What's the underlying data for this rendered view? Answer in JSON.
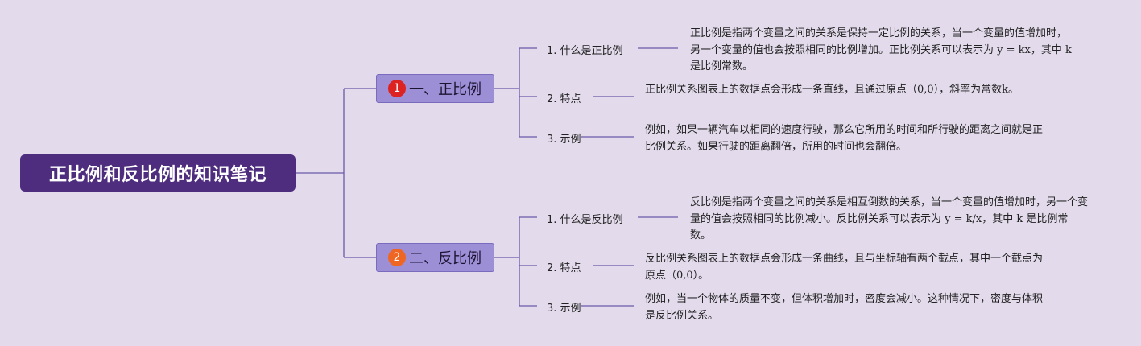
{
  "root": {
    "title": "正比例和反比例的知识笔记"
  },
  "colors": {
    "background": "#e3dbec",
    "root_fill": "#4e2d7e",
    "branch_fill": "#9d8fd6",
    "line": "#6a5aa8"
  },
  "branches": [
    {
      "badge": "1",
      "badge_color": "#dd2222",
      "label": "一、正比例",
      "children": [
        {
          "label": "1. 什么是正比例",
          "desc": "正比例是指两个变量之间的关系是保持一定比例的关系，当一个变量的值增加时，另一个变量的值也会按照相同的比例增加。正比例关系可以表示为 y = kx，其中 k 是比例常数。"
        },
        {
          "label": "2. 特点",
          "desc": "正比例关系图表上的数据点会形成一条直线，且通过原点（0,0），斜率为常数k。"
        },
        {
          "label": "3. 示例",
          "desc": "例如，如果一辆汽车以相同的速度行驶，那么它所用的时间和所行驶的距离之间就是正比例关系。如果行驶的距离翻倍，所用的时间也会翻倍。"
        }
      ]
    },
    {
      "badge": "2",
      "badge_color": "#ee6622",
      "label": "二、反比例",
      "children": [
        {
          "label": "1. 什么是反比例",
          "desc": "反比例是指两个变量之间的关系是相互倒数的关系，当一个变量的值增加时，另一个变量的值会按照相同的比例减小。反比例关系可以表示为 y = k/x，其中 k 是比例常数。"
        },
        {
          "label": "2. 特点",
          "desc": "反比例关系图表上的数据点会形成一条曲线，且与坐标轴有两个截点，其中一个截点为原点（0,0）。"
        },
        {
          "label": "3. 示例",
          "desc": "例如，当一个物体的质量不变，但体积增加时，密度会减小。这种情况下，密度与体积是反比例关系。"
        }
      ]
    }
  ]
}
